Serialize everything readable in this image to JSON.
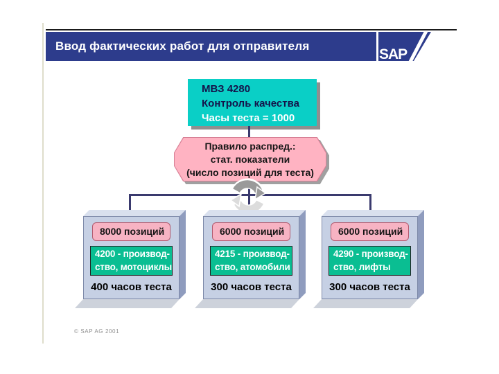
{
  "slide": {
    "title": "Ввод фактических работ для отправителя",
    "logo_text": "SAP",
    "copyright": "©  SAP AG 2001"
  },
  "colors": {
    "header_blue": "#2d3c8c",
    "teal": "#0acfc6",
    "pink": "#ffb3c2",
    "green": "#0abe92",
    "connector": "#3a3a6e",
    "box_face": "#c6d0e4"
  },
  "diagram": {
    "source_box": {
      "lines": [
        "МВЗ 4280",
        "Контроль качества",
        "Часы теста = 1000"
      ]
    },
    "rule_box": {
      "lines": [
        "Правило распред.:",
        "стат. показатели",
        "(число позиций для теста)"
      ]
    },
    "cycle_icon": "cycle-arrows-icon",
    "receivers": [
      {
        "positions": "8000 позиций",
        "cost_center": [
          "4200 - производ-",
          "ство, мотоциклы"
        ],
        "hours": "400 часов теста"
      },
      {
        "positions": "6000 позиций",
        "cost_center": [
          "4215 - производ-",
          "ство, атомобили"
        ],
        "hours": "300 часов теста"
      },
      {
        "positions": "6000 позиций",
        "cost_center": [
          "4290 - производ-",
          "ство, лифты"
        ],
        "hours": "300 часов теста"
      }
    ]
  }
}
